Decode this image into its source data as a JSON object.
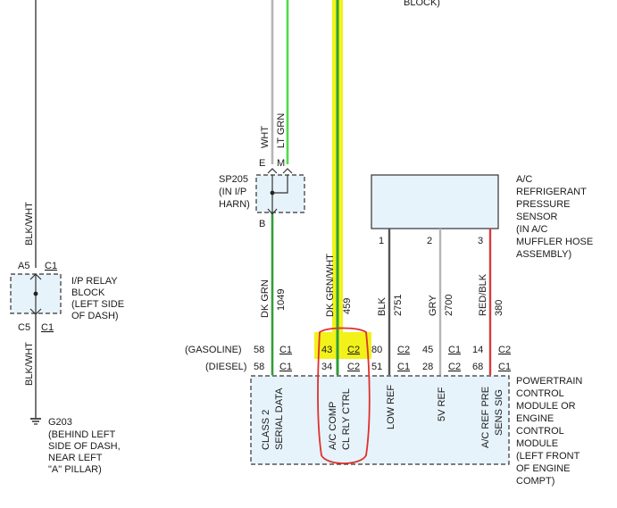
{
  "top_labels": {
    "block_text": "BLOCK)"
  },
  "splice": {
    "name": "SP205",
    "location_line1": "(IN I/P",
    "location_line2": "HARN)",
    "pin_e": "E",
    "pin_m": "M",
    "pin_b": "B",
    "wire_wht": "WHT",
    "wire_ltgrn": "LT GRN"
  },
  "relay_block": {
    "wire_top": "BLK/WHT",
    "pin_a5": "A5",
    "pin_c1_top": "C1",
    "name_line1": "I/P RELAY",
    "name_line2": "BLOCK",
    "name_line3": "(LEFT SIDE",
    "name_line4": "OF DASH)",
    "pin_c5": "C5",
    "pin_c1_bottom": "C1",
    "wire_bottom": "BLK/WHT"
  },
  "ground": {
    "name": "G203",
    "line1": "(BEHIND LEFT",
    "line2": "SIDE OF DASH,",
    "line3": "NEAR LEFT",
    "line4": "\"A\" PILLAR)"
  },
  "sensor": {
    "line1": "A/C",
    "line2": "REFRIGERANT",
    "line3": "PRESSURE",
    "line4": "SENSOR",
    "line5": "(IN A/C",
    "line6": "MUFFLER HOSE",
    "line7": "ASSEMBLY)",
    "pin1": "1",
    "pin2": "2",
    "pin3": "3"
  },
  "wires": {
    "dkgrn": {
      "color": "DK GRN",
      "circuit": "1049"
    },
    "dkgrnwht": {
      "color": "DK GRN/WHT",
      "circuit": "459"
    },
    "blk": {
      "color": "BLK",
      "circuit": "2751"
    },
    "gry": {
      "color": "GRY",
      "circuit": "2700"
    },
    "redblk": {
      "color": "RED/BLK",
      "circuit": "380"
    }
  },
  "variants": {
    "gasoline": "(GASOLINE)",
    "diesel": "(DIESEL)"
  },
  "pcm_pins": {
    "gasoline": [
      {
        "pin": "58",
        "conn": "C1"
      },
      {
        "pin": "43",
        "conn": "C2"
      },
      {
        "pin": "80",
        "conn": "C2"
      },
      {
        "pin": "45",
        "conn": "C1"
      },
      {
        "pin": "14",
        "conn": "C2"
      }
    ],
    "diesel": [
      {
        "pin": "58",
        "conn": "C1"
      },
      {
        "pin": "34",
        "conn": "C2"
      },
      {
        "pin": "51",
        "conn": "C1"
      },
      {
        "pin": "28",
        "conn": "C2"
      },
      {
        "pin": "68",
        "conn": "C1"
      }
    ]
  },
  "pcm_functions": {
    "f1a": "CLASS 2",
    "f1b": "SERIAL DATA",
    "f2a": "A/C COMP",
    "f2b": "CL RLY CTRL",
    "f3": "LOW REF",
    "f4": "5V REF",
    "f5a": "A/C REF PRE",
    "f5b": "SENS SIG"
  },
  "pcm": {
    "line1": "POWERTRAIN",
    "line2": "CONTROL",
    "line3": "MODULE OR",
    "line4": "ENGINE",
    "line5": "CONTROL",
    "line6": "MODULE",
    "line7": "(LEFT FRONT",
    "line8": "OF ENGINE",
    "line9": "COMPT)"
  },
  "colors": {
    "wire_green": "#2f9e3a",
    "wire_lightgreen": "#4fdc4a",
    "wire_gray": "#b5b5b5",
    "wire_dark": "#555555",
    "wire_red": "#d93a3a",
    "highlight_yellow": "#f2f21a",
    "circle_red": "#e0302a",
    "component_fill": "#e6f3fb"
  }
}
